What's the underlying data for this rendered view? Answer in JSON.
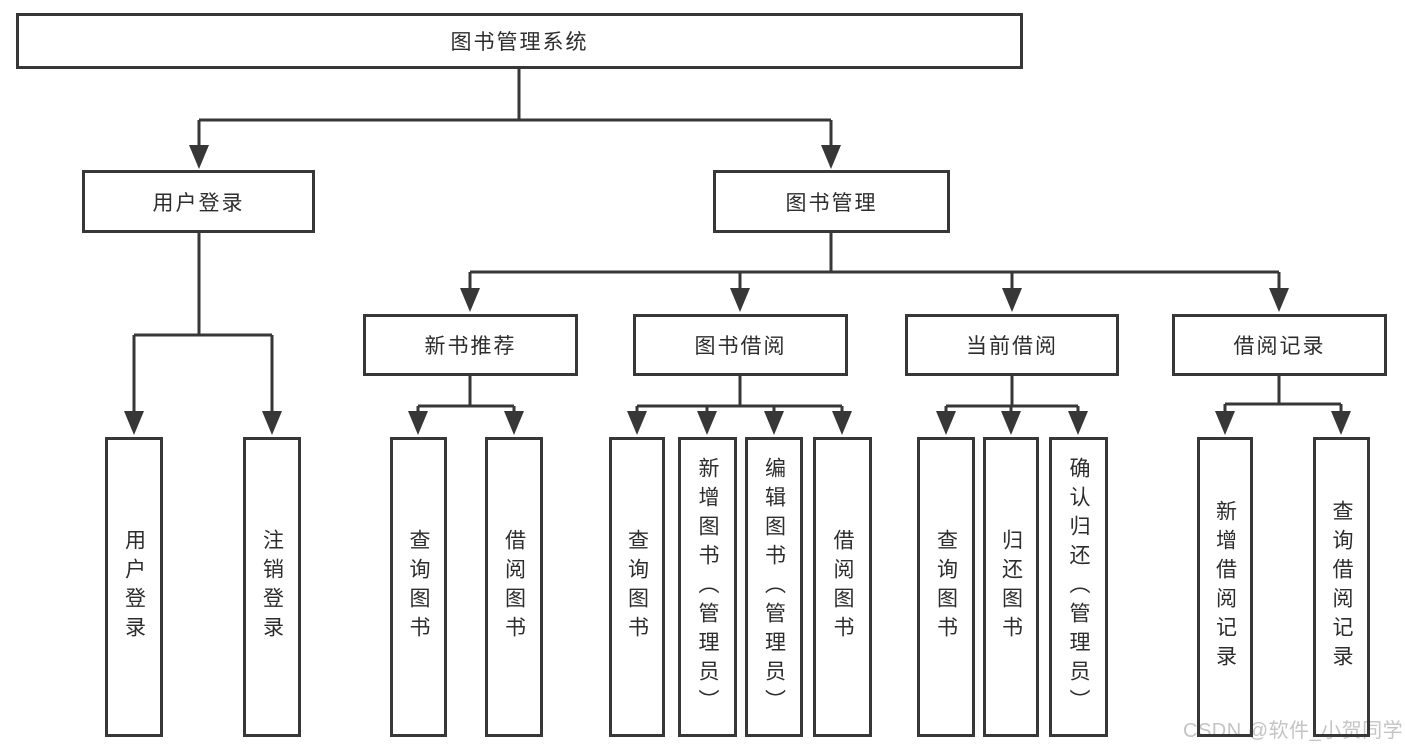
{
  "tree": {
    "root": {
      "label": "图书管理系统"
    },
    "children": [
      {
        "label": "用户登录",
        "children": [
          {
            "label": "用户登录"
          },
          {
            "label": "注销登录"
          }
        ]
      },
      {
        "label": "图书管理",
        "children": [
          {
            "label": "新书推荐",
            "children": [
              {
                "label": "查询图书"
              },
              {
                "label": "借阅图书"
              }
            ]
          },
          {
            "label": "图书借阅",
            "children": [
              {
                "label": "查询图书"
              },
              {
                "label": "新增图书（管理员）"
              },
              {
                "label": "编辑图书（管理员）"
              },
              {
                "label": "借阅图书"
              }
            ]
          },
          {
            "label": "当前借阅",
            "children": [
              {
                "label": "查询图书"
              },
              {
                "label": "归还图书"
              },
              {
                "label": "确认归还（管理员）"
              }
            ]
          },
          {
            "label": "借阅记录",
            "children": [
              {
                "label": "新增借阅记录"
              },
              {
                "label": "查询借阅记录"
              }
            ]
          }
        ]
      }
    ]
  },
  "watermark": "CSDN @软件_小贺同学",
  "colors": {
    "line": "#373737",
    "box_border": "#373737",
    "text": "#2d2d2d",
    "watermark": "#c4c4c4",
    "background": "#ffffff"
  }
}
